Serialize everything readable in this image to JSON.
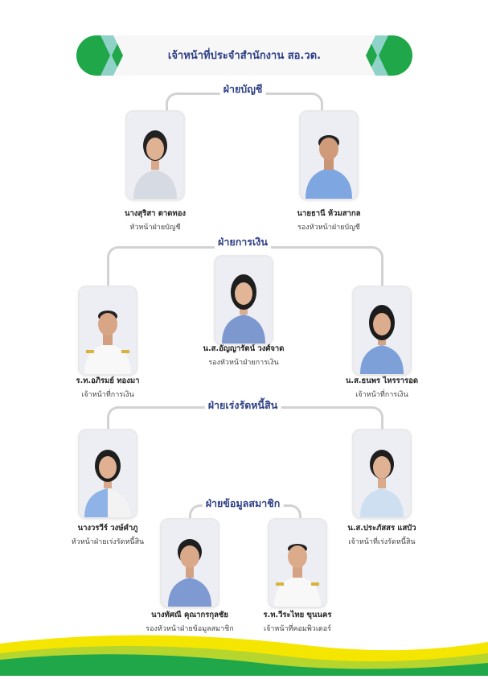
{
  "header": {
    "title": "เจ้าหน้าที่ประจำสำนักงาน สอ.วด."
  },
  "sections": {
    "accounting": "ฝ่ายบัญชี",
    "finance": "ฝ่ายการเงิน",
    "debt": "ฝ่ายเร่งรัดหนี้สิน",
    "member": "ฝ่ายข้อมูลสมาชิก"
  },
  "staff": [
    {
      "name": "นางสุริสา  ตาดทอง",
      "role": "หัวหน้าฝ่ายบัญชี"
    },
    {
      "name": "นายธานี  ห้วมสากล",
      "role": "รองหัวหน้าฝ่ายบัญชี"
    },
    {
      "name": "น.ส.อัญญารัตน์  วงศ์จาด",
      "role": "รองหัวหน้าฝ่ายการเงิน"
    },
    {
      "name": "ร.ท.อภิรมย์  ทองมา",
      "role": "เจ้าหน้าที่การเงิน"
    },
    {
      "name": "น.ส.ธนพร  ไหรรารอด",
      "role": "เจ้าหน้าที่การเงิน"
    },
    {
      "name": "นางวรวีร์  วงษ์คำภู",
      "role": "หัวหน้าฝ่ายเร่งรัดหนี้สิน"
    },
    {
      "name": "น.ส.ประภัสสร  แสบัว",
      "role": "เจ้าหน้าที่เร่งรัดหนี้สิน"
    },
    {
      "name": "นางทัศณี  คุณากรกุลชัย",
      "role": "รองหัวหน้าฝ่ายข้อมูลสมาชิก"
    },
    {
      "name": "ร.ท.วีระไทย  ขุนนคร",
      "role": "เจ้าหน้าที่คอมพิวเตอร์"
    }
  ],
  "colors": {
    "title": "#2e3f86",
    "green": "#1fa74a",
    "teal": "#14a7a0",
    "yellow": "#f4e600",
    "connector": "#d2d2d2"
  }
}
